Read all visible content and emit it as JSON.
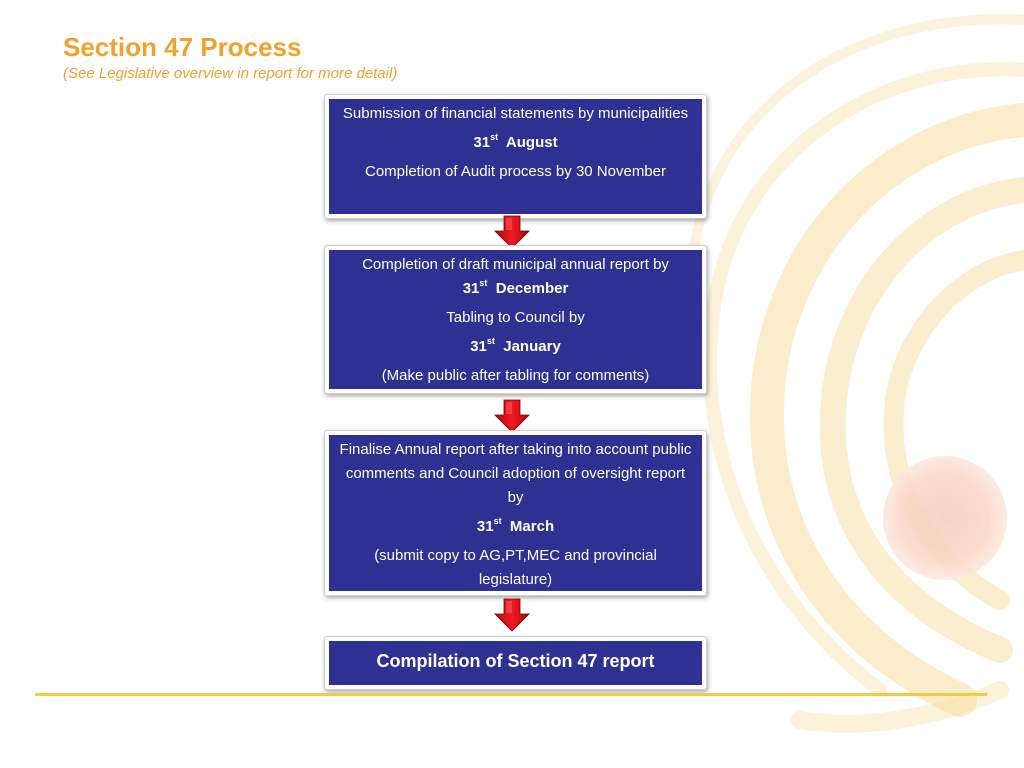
{
  "header": {
    "title": "Section 47 Process",
    "subtitle": "(See Legislative overview in report for more detail)"
  },
  "steps": [
    {
      "line1": "Submission of financial statements by municipalities",
      "date_day": "31",
      "date_suffix": "st",
      "date_month": "August",
      "line2": "Completion of Audit process  by 30 November"
    },
    {
      "line1": "Completion of draft municipal annual report by",
      "date1_day": "31",
      "date1_suffix": "st",
      "date1_month": "December",
      "line2": "Tabling  to  Council by",
      "date2_day": "31",
      "date2_suffix": "st",
      "date2_month": "January",
      "line3": "(Make public after tabling for comments)"
    },
    {
      "line1": "Finalise Annual report  after taking into account public comments and Council adoption of oversight report by",
      "date_day": "31",
      "date_suffix": "st",
      "date_month": "March",
      "line2": "(submit copy to AG,PT,MEC and provincial legislature)"
    },
    {
      "label": "Compilation of Section 47 report"
    }
  ],
  "colors": {
    "title": "#F0A22E",
    "box_fill": "#2E3192",
    "box_text": "#FFFFFF",
    "arrow": "#E8101A",
    "rule": "#F6C945",
    "swirl": "#F7D98C",
    "swirl_center": "#F7C3B6"
  },
  "icons": {
    "arrow": "down-arrow-icon"
  }
}
